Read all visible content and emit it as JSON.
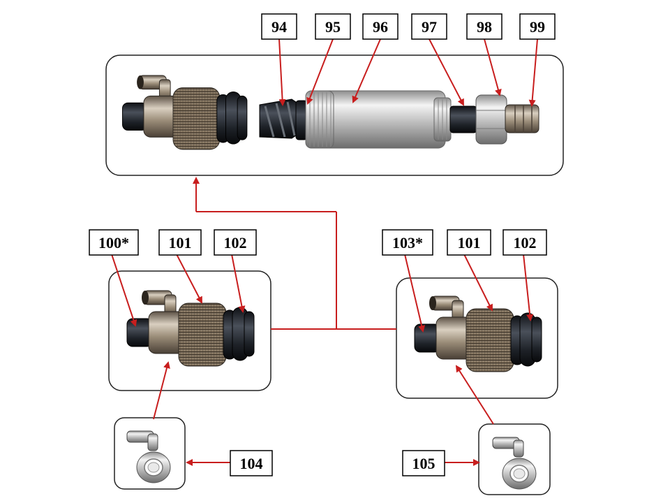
{
  "callouts": {
    "c94": "94",
    "c95": "95",
    "c96": "96",
    "c97": "97",
    "c98": "98",
    "c99": "99",
    "c100": "100*",
    "c101a": "101",
    "c102a": "102",
    "c103": "103*",
    "c101b": "101",
    "c102b": "102",
    "c104": "104",
    "c105": "105"
  },
  "colors": {
    "leader": "#c81e1e",
    "frame": "#222222",
    "knurl": "#7a6a55",
    "seal": "#262b33",
    "metal": "#c9c9c9"
  }
}
